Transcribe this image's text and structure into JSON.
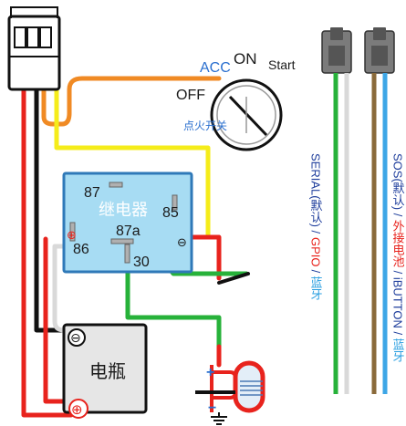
{
  "switch": {
    "acc": "ACC",
    "on": "ON",
    "start": "Start",
    "off": "OFF",
    "name": "点火开关"
  },
  "relay": {
    "name": "继电器",
    "pin_87": "87",
    "pin_85": "85",
    "pin_87a": "87a",
    "pin_86": "86",
    "pin_30": "30",
    "minus_symbol": "⊖",
    "plus_symbol": "⊕"
  },
  "battery": {
    "name": "电瓶",
    "minus_symbol": "⊖",
    "plus_symbol": "⊕"
  },
  "load": {
    "plus": "+",
    "minus": "−"
  },
  "captions": {
    "left": [
      {
        "text": "SERIAL(默认) / ",
        "color": "#1f3e9c"
      },
      {
        "text": "GPIO",
        "color": "#e8231d"
      },
      {
        "text": " / ",
        "color": "#1f3e9c"
      },
      {
        "text": "蓝牙",
        "color": "#2a9fe0"
      }
    ],
    "right": [
      {
        "text": "SOS(默认) / ",
        "color": "#1f3e9c"
      },
      {
        "text": "外接电池",
        "color": "#e8231d"
      },
      {
        "text": " / iBUTTON / ",
        "color": "#1f3e9c"
      },
      {
        "text": "蓝牙",
        "color": "#2a9fe0"
      }
    ]
  },
  "colors": {
    "red": "#e8231d",
    "black": "#111111",
    "orange": "#f08a24",
    "yellow": "#f5ec1a",
    "green": "#27b23a",
    "relay_fill": "#a7dcf3",
    "relay_stroke": "#2f79b8",
    "accent_blue": "#2a6fcf",
    "gray": "#8c8c8c",
    "light_gray": "#d9d9d9",
    "brown": "#8a6a3a",
    "light_blue": "#3da6e6",
    "white": "#ffffff"
  }
}
